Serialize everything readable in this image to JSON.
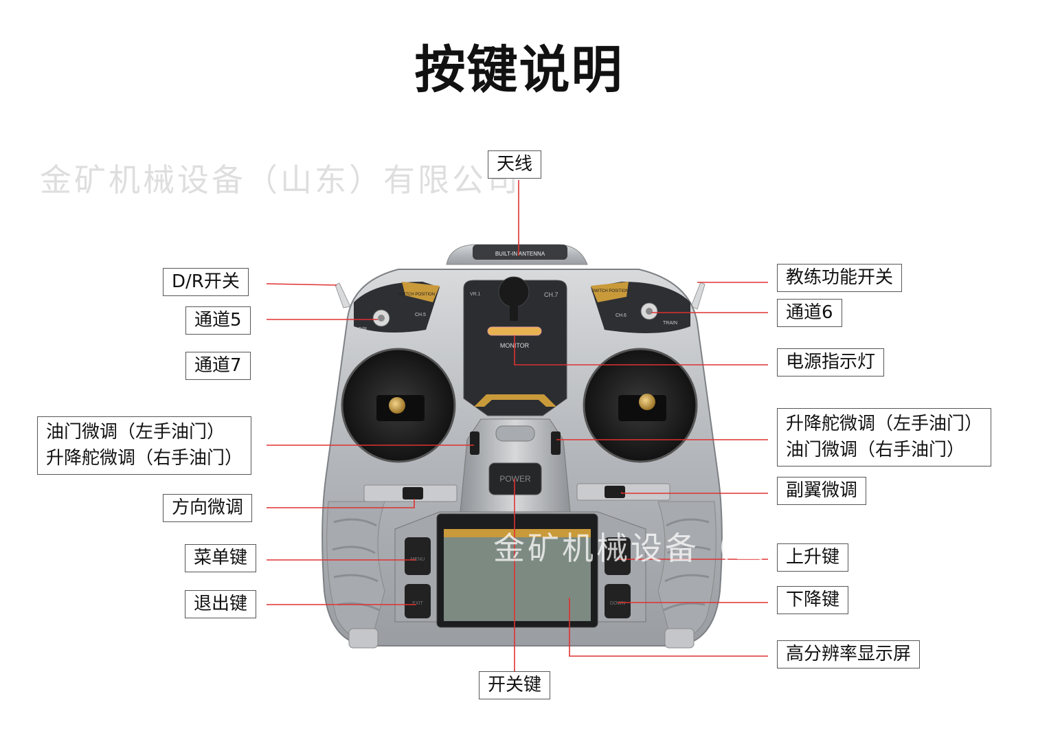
{
  "title": "按键说明",
  "watermark": "金矿机械设备（山东）有限公司",
  "device_text": {
    "antenna": "BUILT-IN ANTENNA",
    "switch_position": "SWITCH POSITION",
    "ch5": "CH.5",
    "ch6": "CH.6",
    "ch7": "CH.7",
    "vr": "VR.1",
    "dr": "D/R",
    "train": "TRAIN",
    "monitor": "MONITOR",
    "power": "POWER",
    "menu": "MENU",
    "exit": "EXIT",
    "up": "UP",
    "down": "DOWN"
  },
  "labels": {
    "antenna": "天线",
    "dr_switch": "D/R开关",
    "ch5": "通道5",
    "ch7": "通道7",
    "throttle_trim_1": "油门微调（左手油门）",
    "throttle_trim_2": "升降舵微调（右手油门）",
    "rudder_trim": "方向微调",
    "menu_key": "菜单键",
    "exit_key": "退出键",
    "power_key": "开关键",
    "trainer_switch": "教练功能开关",
    "ch6": "通道6",
    "power_led": "电源指示灯",
    "elevator_trim_1": "升降舵微调（左手油门）",
    "elevator_trim_2": "油门微调（右手油门）",
    "aileron_trim": "副翼微调",
    "up_key": "上升键",
    "down_key": "下降键",
    "display": "高分辨率显示屏"
  },
  "colors": {
    "leader_line": "#e03131",
    "body": "#b9bbbe",
    "accent": "#c99a3a"
  }
}
